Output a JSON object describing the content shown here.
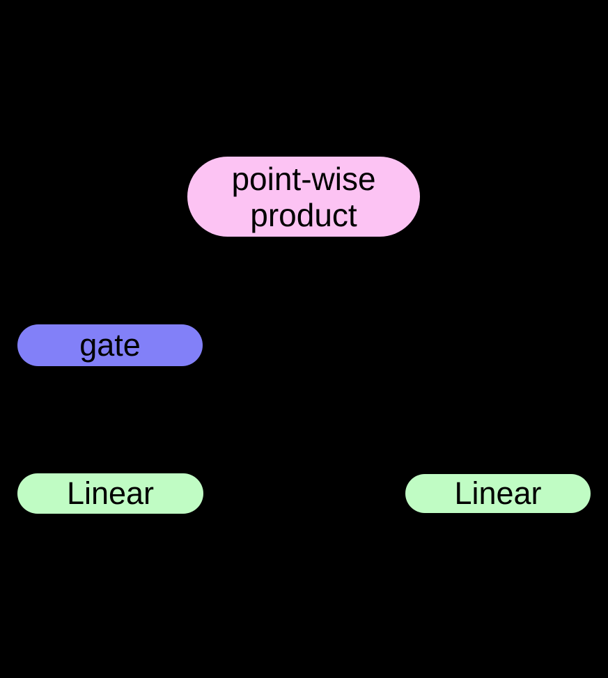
{
  "canvas": {
    "background": "#000000"
  },
  "nodes": {
    "pointwise_product": {
      "label_line1": "point-wise",
      "label_line2": "product",
      "fill": "#fcc3f3",
      "text_color": "#000000"
    },
    "gate": {
      "label": "gate",
      "fill": "#8280f8",
      "text_color": "#000000"
    },
    "linear_left": {
      "label": "Linear",
      "fill": "#c0fcc4",
      "text_color": "#000000"
    },
    "linear_right": {
      "label": "Linear",
      "fill": "#c0fcc4",
      "text_color": "#000000"
    }
  }
}
